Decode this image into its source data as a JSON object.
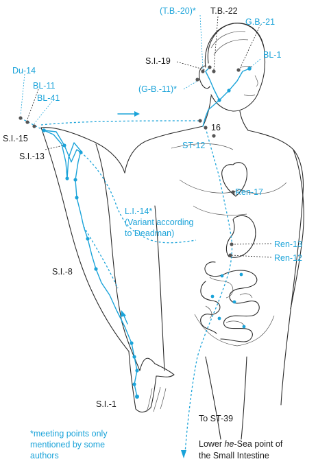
{
  "labels": {
    "tb20": "(T.B.-20)*",
    "tb22": "T.B.-22",
    "gb21": "G.B.-21",
    "si19": "S.I.-19",
    "bl1": "BL-1",
    "gb11": "(G-B.-11)*",
    "du14": "Du-14",
    "bl11": "BL-11",
    "bl41": "BL-41",
    "si15": "S.I.-15",
    "si13": "S.I.-13",
    "p16": "16",
    "st12": "ST-12",
    "ren17": "Ren-17",
    "li14": "L.I.-14*",
    "variant1": "(Variant according",
    "variant2": "to Deadman)",
    "ren13": "Ren-13",
    "ren12": "Ren-12",
    "si8": "S.I.-8",
    "si1": "S.I.-1",
    "to_st39": "To ST-39",
    "lower1_pre": "Lower ",
    "lower1_em": "he",
    "lower1_post": "-Sea point of",
    "lower2": "the Small Intestine",
    "note1": "*meeting points only",
    "note2": "mentioned by some",
    "note3": "authors"
  },
  "colors": {
    "channel": "#1aa3d9",
    "text_dark": "#1a1a1a",
    "outline": "#2a2a2a"
  }
}
